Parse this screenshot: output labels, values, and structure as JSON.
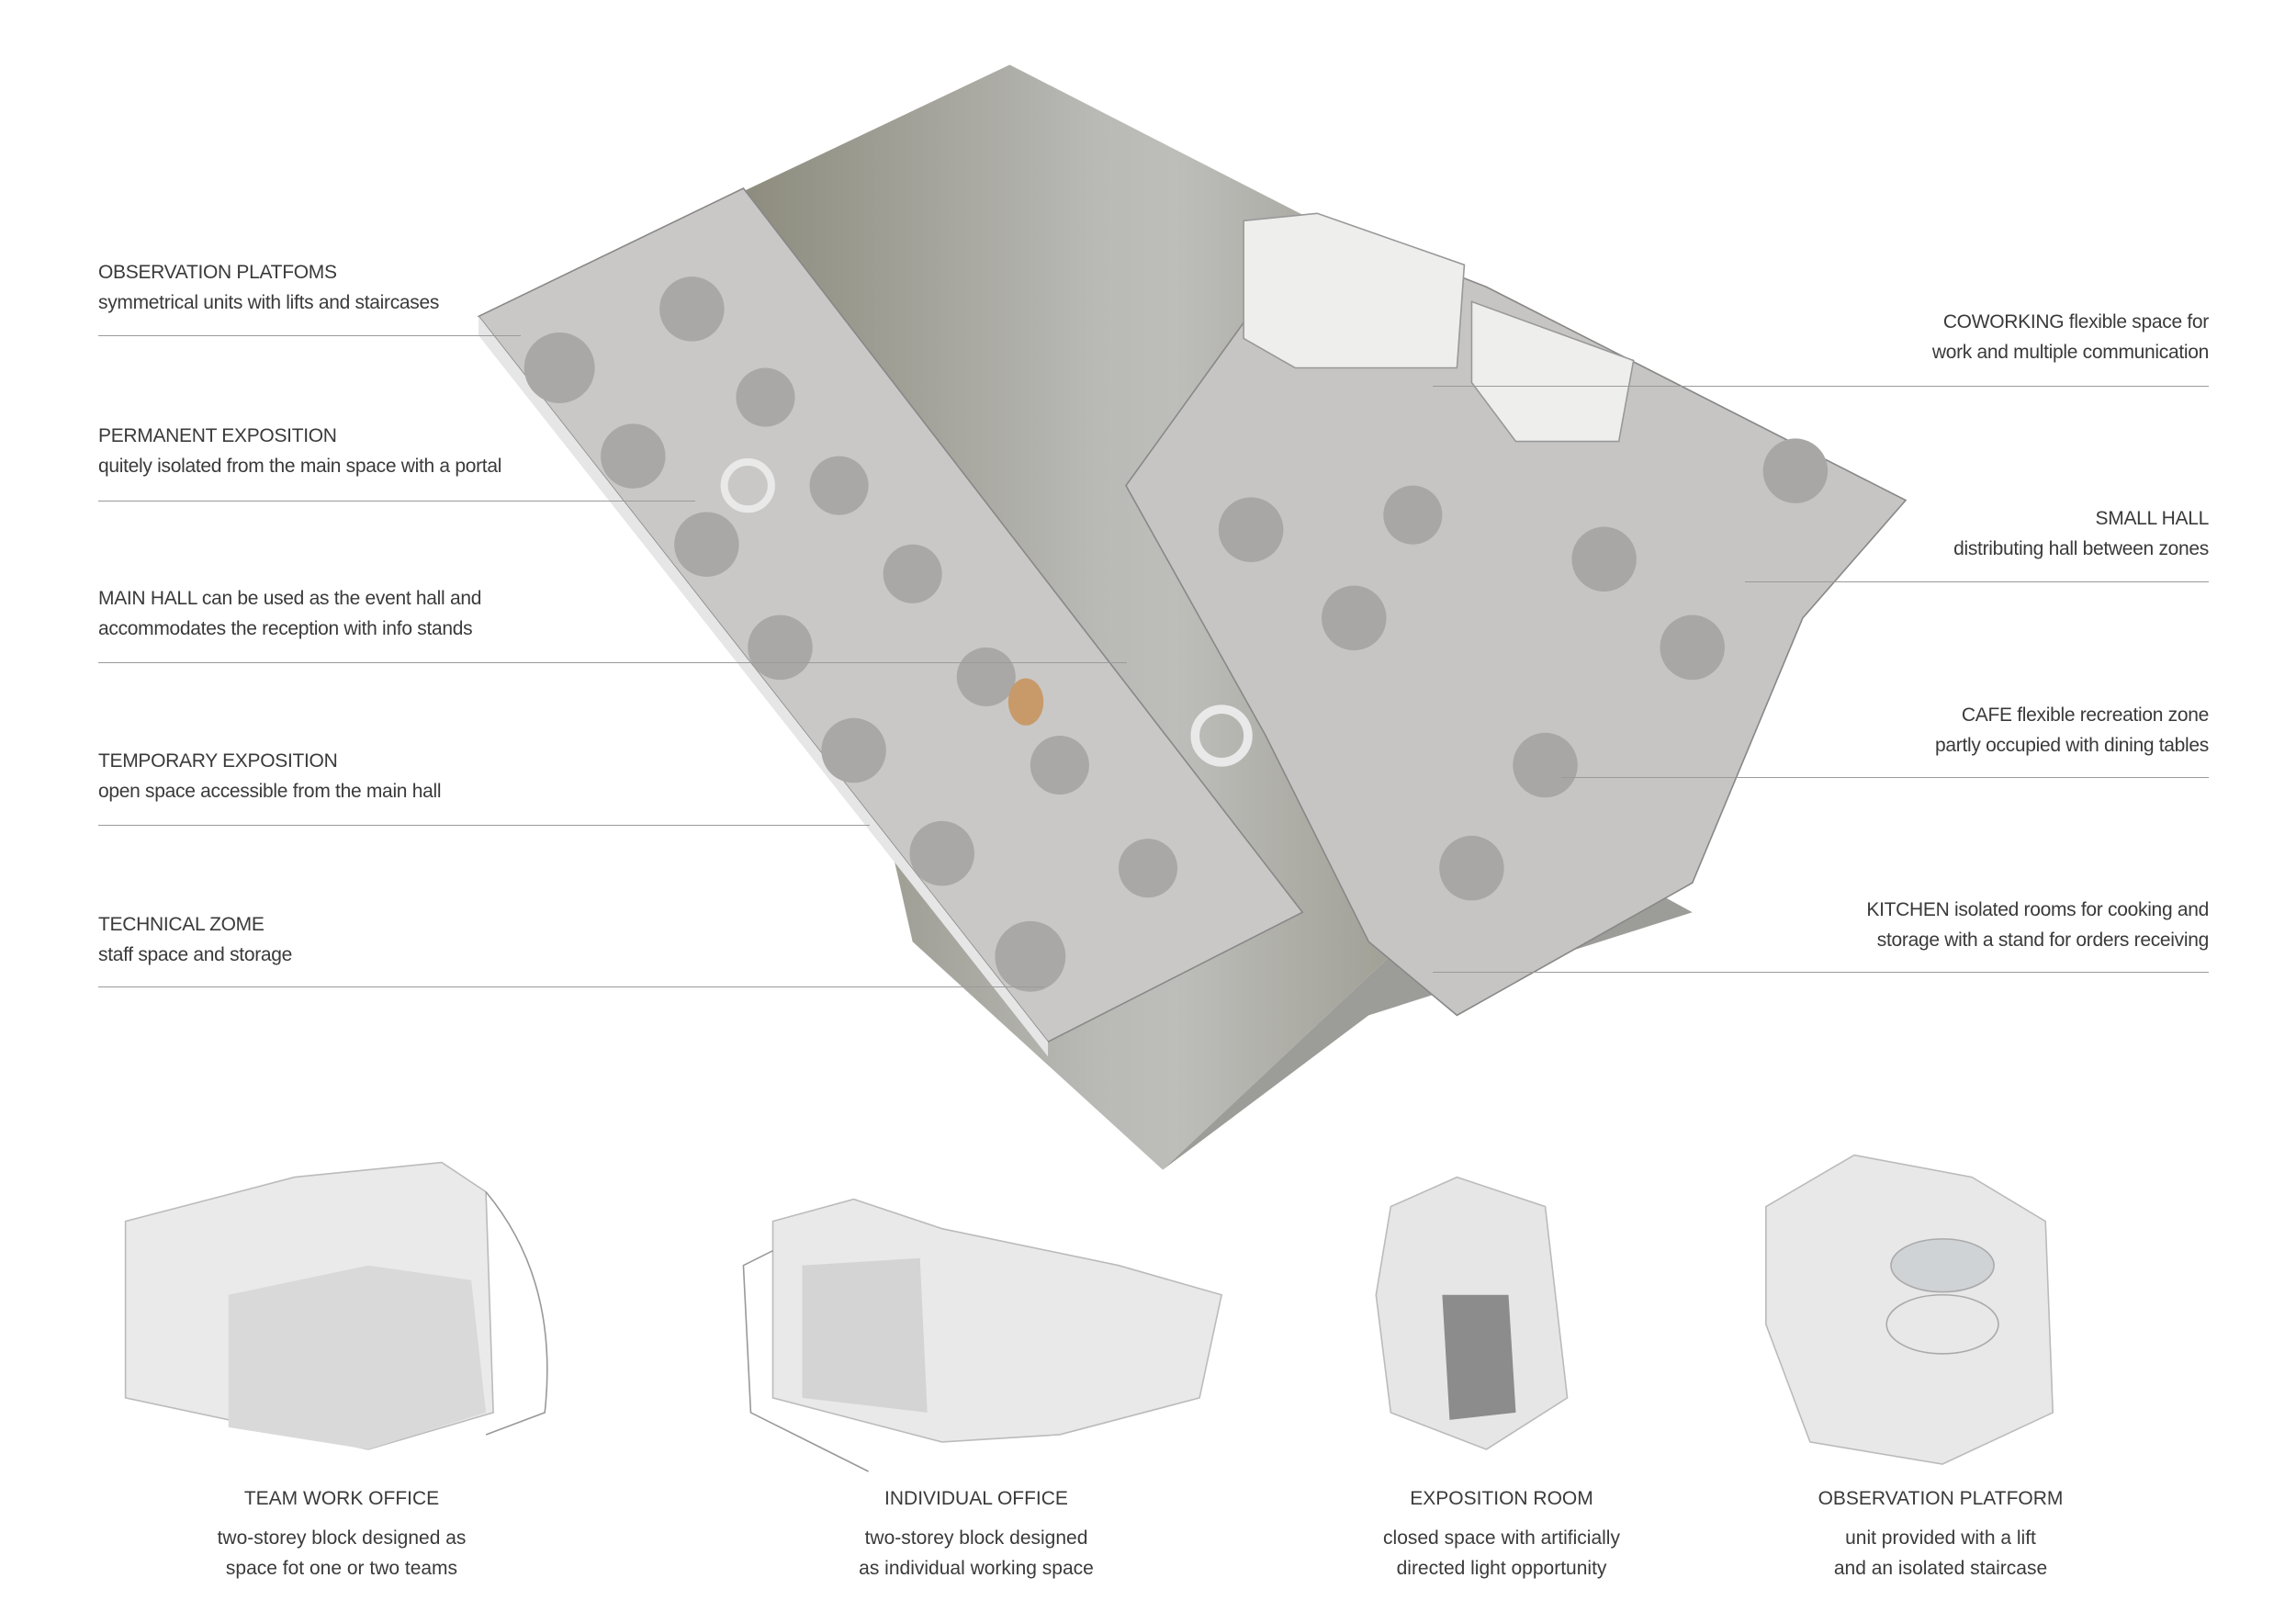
{
  "plan_labels_left": [
    {
      "title": "OBSERVATION PLATFOMS",
      "desc": "symmetrical units with lifts and staircases"
    },
    {
      "title": "PERMANENT EXPOSITION",
      "desc": "quitely isolated from the main space with a portal"
    },
    {
      "title": "MAIN HALL can be used as the event hall and",
      "desc": "accommodates the reception with info stands"
    },
    {
      "title": "TEMPORARY EXPOSITION",
      "desc": "open space accessible from the main hall"
    },
    {
      "title": "TECHNICAL ZOME",
      "desc": "staff space and storage"
    }
  ],
  "plan_labels_right": [
    {
      "title": "COWORKING  flexible space for",
      "desc": "work and multiple communication"
    },
    {
      "title": "SMALL HALL",
      "desc": "distributing hall between zones"
    },
    {
      "title": "CAFE  flexible  recreation  zone",
      "desc": "partly occupied with dining tables"
    },
    {
      "title": "KITCHEN isolated rooms for cooking and",
      "desc": "storage  with a stand for orders receiving"
    }
  ],
  "units": [
    {
      "title": "TEAM WORK OFFICE",
      "desc1": "two-storey block designed as",
      "desc2": "space fot one or two teams"
    },
    {
      "title": "INDIVIDUAL OFFICE",
      "desc1": "two-storey  block  designed",
      "desc2": "as individual working space"
    },
    {
      "title": "EXPOSITION ROOM",
      "desc1": "closed space with artificially",
      "desc2": "directed light opportunity"
    },
    {
      "title": "OBSERVATION PLATFORM",
      "desc1": "unit  provided  with  a  lift",
      "desc2": "and  an isolated staircase"
    }
  ]
}
